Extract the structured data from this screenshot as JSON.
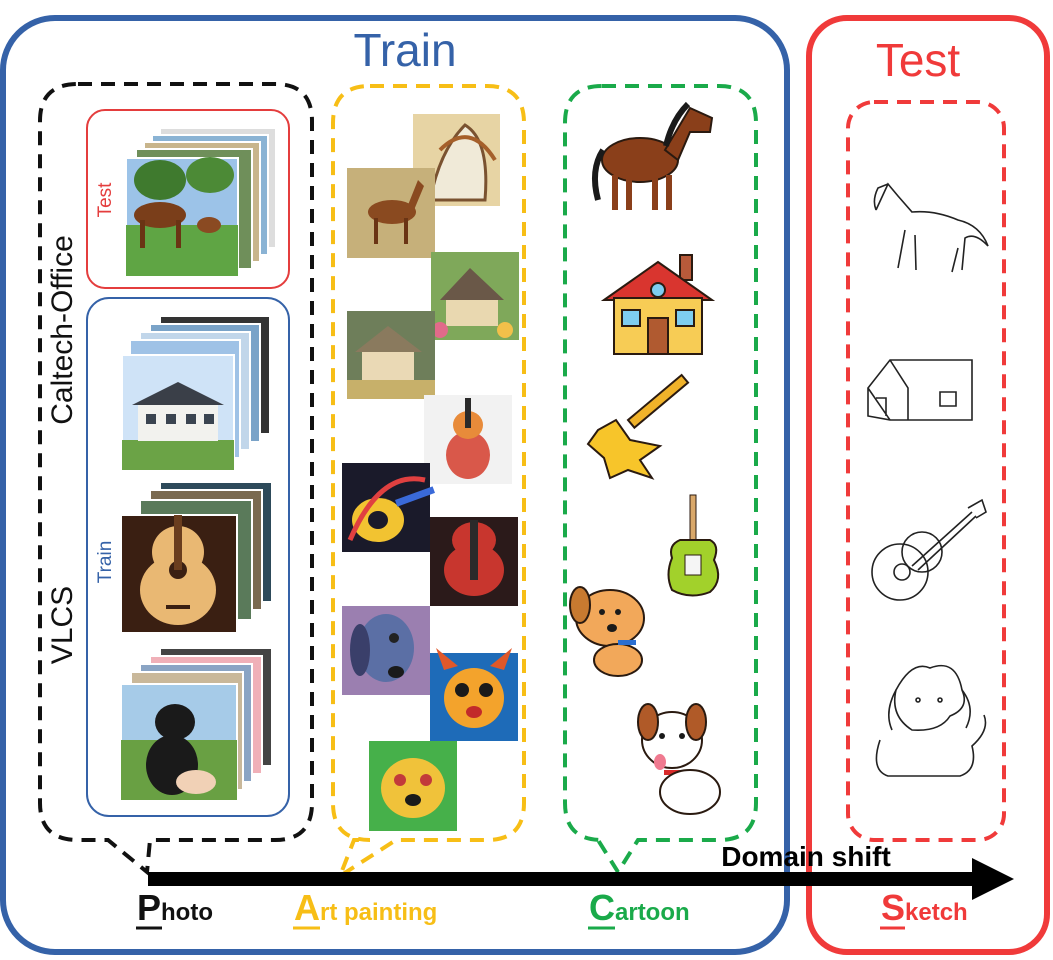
{
  "titles": {
    "train": "Train",
    "test": "Test"
  },
  "colors": {
    "train": "#3562a8",
    "test": "#f03a3a",
    "photo": "#111111",
    "art": "#f7be16",
    "cartoon": "#1aaa4a",
    "sketch": "#f03a3a"
  },
  "labels": {
    "caltech_office": "Caltech-Office",
    "vlcs": "VLCS",
    "inner_test": "Test",
    "inner_train": "Train",
    "domain_shift": "Domain shift"
  },
  "domains": [
    {
      "initial": "P",
      "rest": "hoto"
    },
    {
      "initial": "A",
      "rest": "rt painting"
    },
    {
      "initial": "C",
      "rest": "artoon"
    },
    {
      "initial": "S",
      "rest": "ketch"
    }
  ],
  "icons": {
    "photo": [
      "horse-photo",
      "house-photo",
      "guitar-photo",
      "dog-photo"
    ],
    "art": [
      "horse-painting",
      "horse-head-painting",
      "cottage-painting",
      "cottage-painting-2",
      "guitar-painting",
      "guitar-painting-2",
      "guitar-painting-3",
      "dog-painting",
      "dog-painting-2",
      "dog-painting-3"
    ],
    "cartoon": [
      "horse-cartoon",
      "house-cartoon",
      "guitar-cartoon",
      "electric-guitar-cartoon",
      "dog-cartoon",
      "puppy-cartoon"
    ],
    "sketch": [
      "horse-sketch",
      "house-sketch",
      "guitar-sketch",
      "dog-sketch"
    ]
  }
}
